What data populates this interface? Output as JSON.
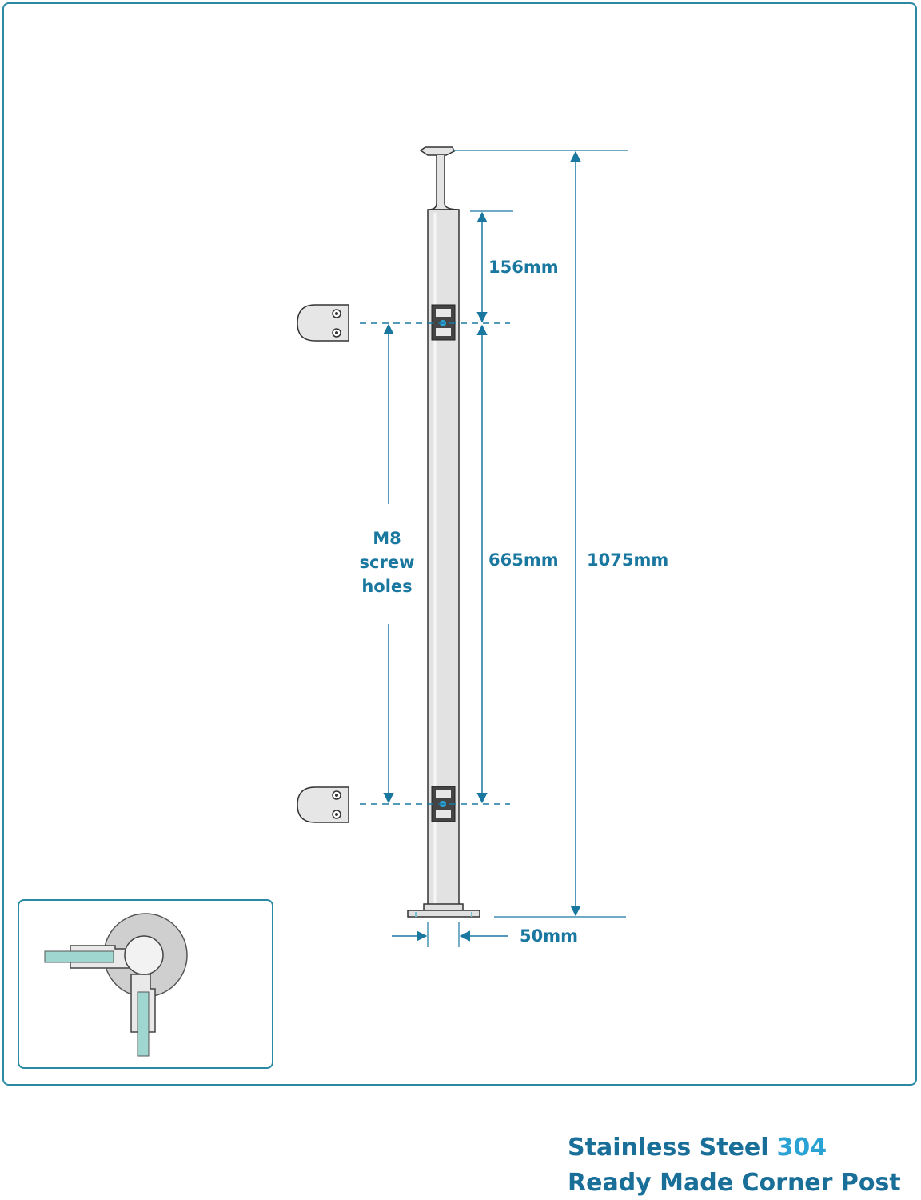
{
  "dimensions": {
    "top_to_clamp": "156mm",
    "clamp_spacing": "665mm",
    "total_height": "1075mm",
    "post_width": "50mm"
  },
  "holes_label": [
    "M8",
    "screw",
    "holes"
  ],
  "footer": {
    "title_prefix": "Stainless Steel",
    "grade": "304",
    "subtitle": "Ready Made Corner Post"
  },
  "colors": {
    "border": "#2a8aa3",
    "dimension": "#1a78a0",
    "glass": "#9fd6cf",
    "steel": "#d9d9d9"
  }
}
